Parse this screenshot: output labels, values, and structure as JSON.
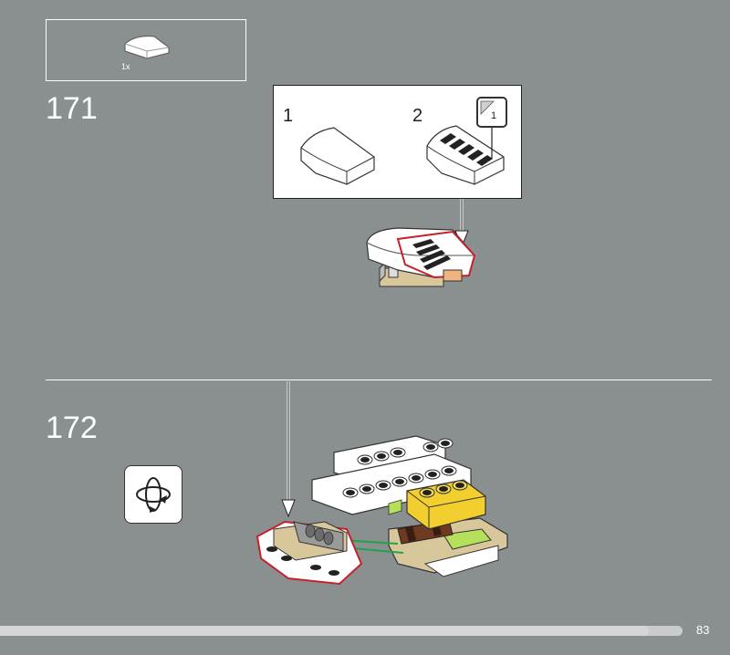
{
  "steps": [
    {
      "number": "171",
      "parts": [
        {
          "quantity": "1x",
          "icon": "curved-slope-white-piece"
        }
      ],
      "callout": {
        "sub_steps": [
          {
            "number": "1",
            "icon": "curved-slope-white-piece"
          },
          {
            "number": "2",
            "icon": "curved-slope-striped-sticker-piece"
          }
        ],
        "sticker_badge": "1"
      }
    },
    {
      "number": "172",
      "rotate_icon": "rotate-model-icon"
    }
  ],
  "progress": {
    "fraction": 0.95
  },
  "page_number": "83",
  "colors": {
    "background": "#8a8f90",
    "highlight": "#c8202a",
    "yellow": "#f2cf2f",
    "tan": "#d9c79c"
  }
}
